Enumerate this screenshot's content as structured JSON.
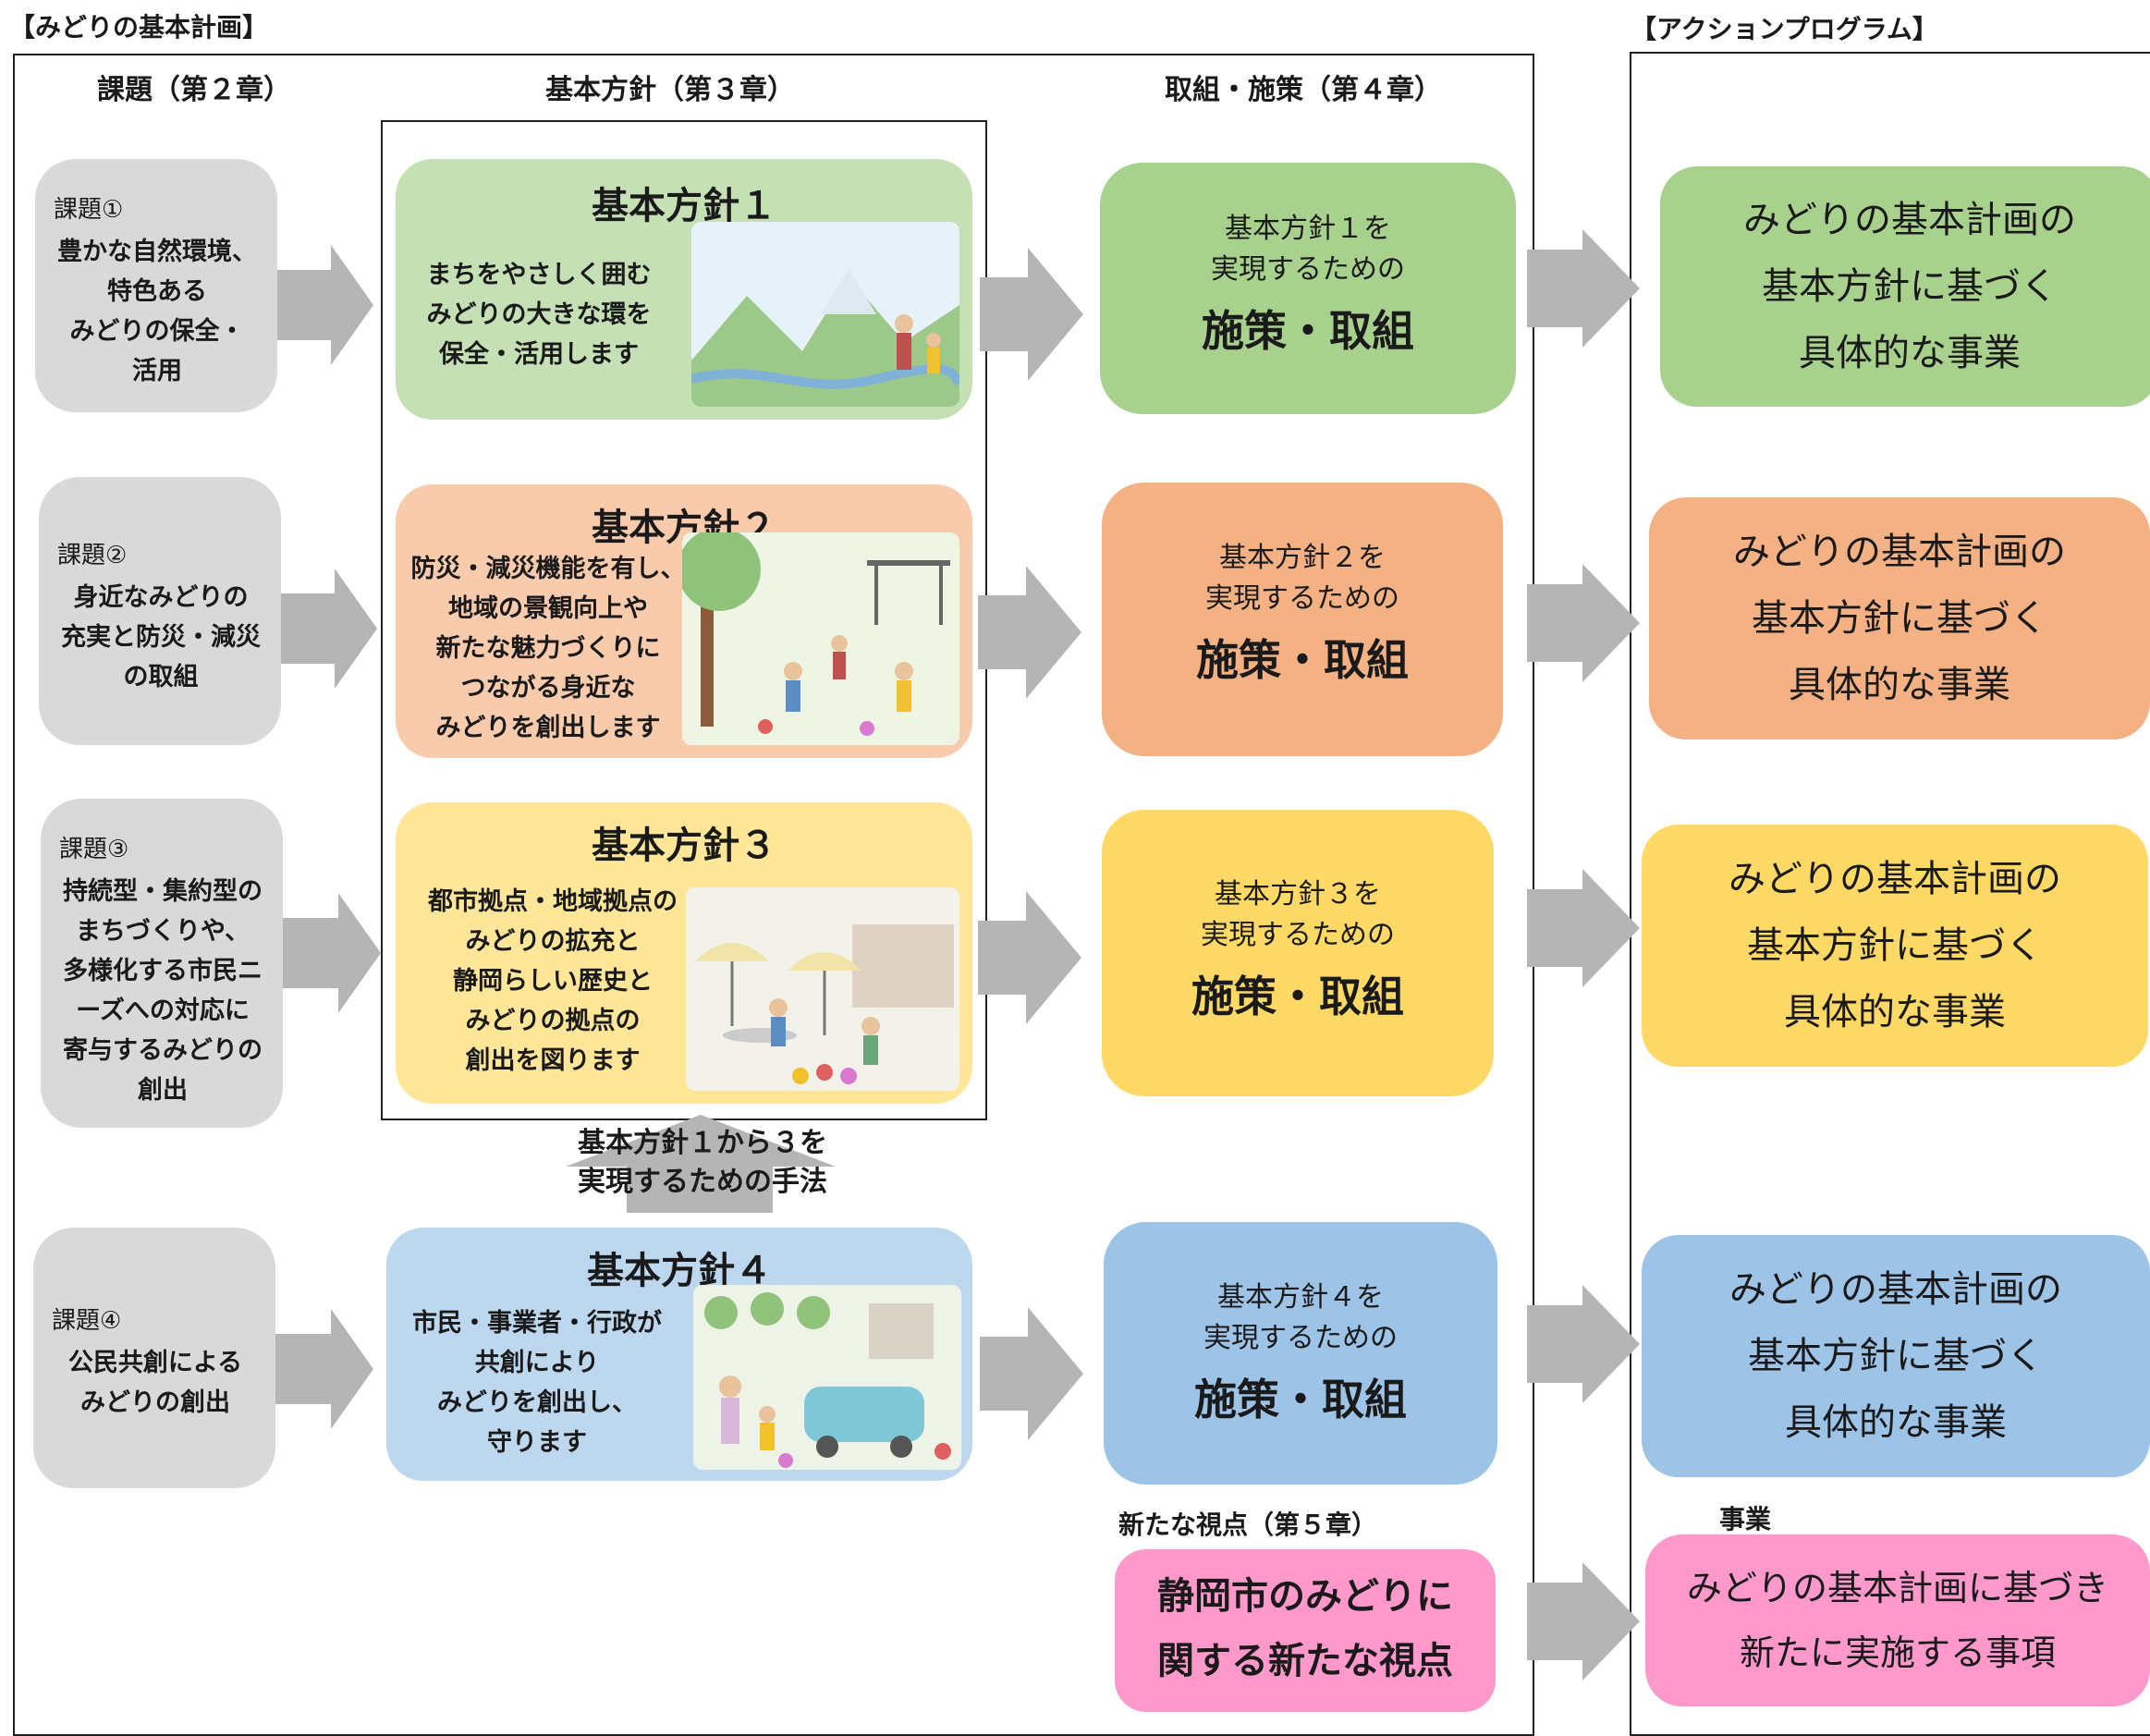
{
  "headers": {
    "plan": "【みどりの基本計画】",
    "action_program": "【アクションプログラム】",
    "col_issues": "課題（第２章）",
    "col_policies": "基本方針（第３章）",
    "col_measures": "取組・施策（第４章）"
  },
  "issues": [
    {
      "num": "課題①",
      "text": "豊かな自然環境、\n特色ある\nみどりの保全・\n活用"
    },
    {
      "num": "課題②",
      "text": "身近なみどりの\n充実と防災・減災\nの取組"
    },
    {
      "num": "課題③",
      "text": "持続型・集約型の\nまちづくりや、\n多様化する市民ニ\nーズへの対応に\n寄与するみどりの\n創出"
    },
    {
      "num": "課題④",
      "text": "公民共創による\nみどりの創出"
    }
  ],
  "policies": [
    {
      "title": "基本方針１",
      "text": "まちをやさしく囲む\nみどりの大きな環を\n保全・活用します",
      "color": "#c5e0b4"
    },
    {
      "title": "基本方針２",
      "text": "防災・減災機能を有し、\n地域の景観向上や\n新たな魅力づくりに\nつながる身近な\nみどりを創出します",
      "color": "#f8cbad"
    },
    {
      "title": "基本方針３",
      "text": "都市拠点・地域拠点の\nみどりの拡充と\n静岡らしい歴史と\nみどりの拠点の\n創出を図ります",
      "color": "#ffe699"
    },
    {
      "title": "基本方針４",
      "text": "市民・事業者・行政が\n共創により\nみどりを創出し、\n守ります",
      "color": "#bdd7ee"
    }
  ],
  "method_arrow_text": "基本方針１から３を\n実現するための手法",
  "measures": [
    {
      "line1": "基本方針１を",
      "line2": "実現するための",
      "big": "施策・取組",
      "color": "#a9d18e"
    },
    {
      "line1": "基本方針２を",
      "line2": "実現するための",
      "big": "施策・取組",
      "color": "#f4b183"
    },
    {
      "line1": "基本方針３を",
      "line2": "実現するための",
      "big": "施策・取組",
      "color": "#ffd966"
    },
    {
      "line1": "基本方針４を",
      "line2": "実現するための",
      "big": "施策・取組",
      "color": "#9dc3e6"
    }
  ],
  "new_perspective": {
    "label": "新たな視点（第５章）",
    "text": "静岡市のみどりに\n関する新たな視点",
    "color": "#ff99cc"
  },
  "actions": [
    {
      "text": "みどりの基本計画の\n基本方針に基づく\n具体的な事業",
      "color": "#a9d18e"
    },
    {
      "text": "みどりの基本計画の\n基本方針に基づく\n具体的な事業",
      "color": "#f4b183"
    },
    {
      "text": "みどりの基本計画の\n基本方針に基づく\n具体的な事業",
      "color": "#ffd966"
    },
    {
      "text": "みどりの基本計画の\n基本方針に基づく\n具体的な事業",
      "color": "#9dc3e6"
    }
  ],
  "jigyo": {
    "label": "事業",
    "text": "みどりの基本計画に基づき\n新たに実施する事項",
    "color": "#ff99cc"
  },
  "icons": [
    "landscape-illustration",
    "park-illustration",
    "cafe-illustration",
    "community-illustration"
  ]
}
